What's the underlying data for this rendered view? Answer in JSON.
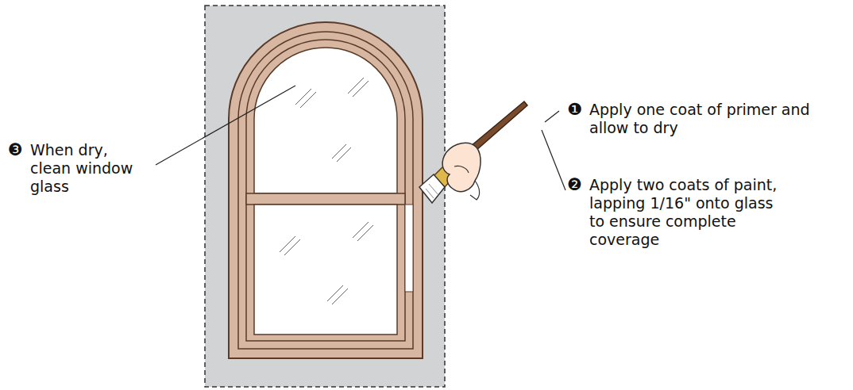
{
  "diagram": {
    "labels": [
      "❸",
      "When dry, clean window glass",
      "❶",
      "Apply one coat of primer and allow to dry",
      "❷",
      "Apply two coats of paint, lapping 1/16\" onto glass to ensure complete coverage"
    ]
  }
}
